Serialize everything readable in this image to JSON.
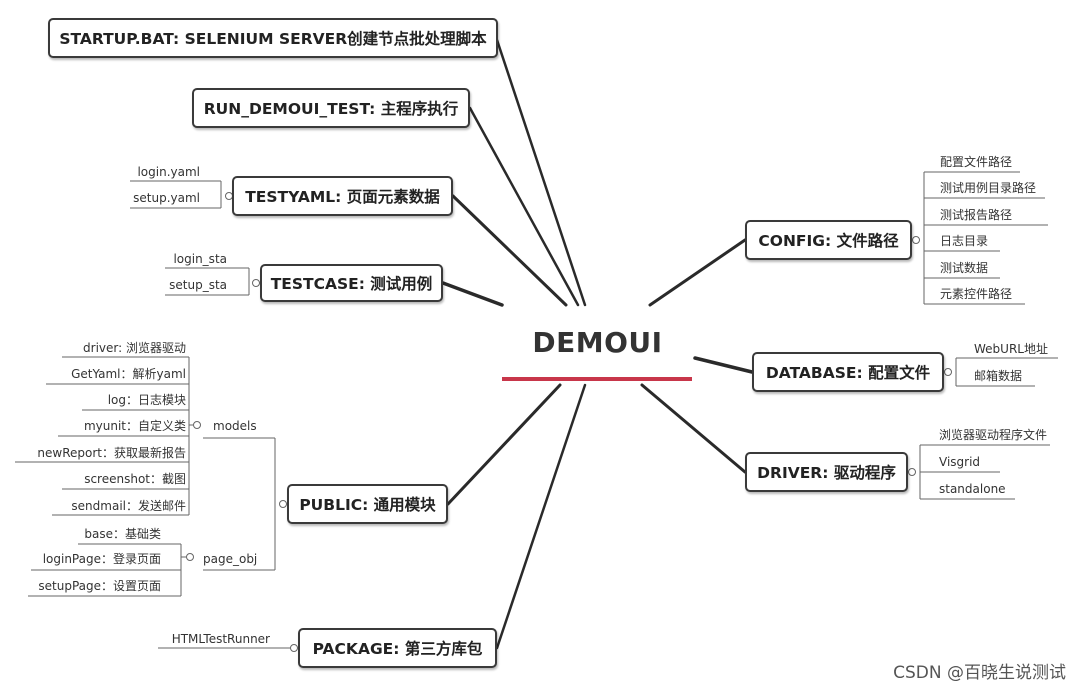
{
  "central": "DEMOUI",
  "watermark": "CSDN @百晓生说测试",
  "branches": {
    "startup": "STARTUP.BAT: SELENIUM SERVER创建节点批处理脚本",
    "run": "RUN_DEMOUI_TEST: 主程序执行",
    "testyaml": "TESTYAML: 页面元素数据",
    "testcase": "TESTCASE: 测试用例",
    "public": "PUBLIC: 通用模块",
    "package": "PACKAGE: 第三方库包",
    "config": "CONFIG: 文件路径",
    "database": "DATABASE: 配置文件",
    "driver": "DRIVER: 驱动程序"
  },
  "testyaml_items": [
    "login.yaml",
    "setup.yaml"
  ],
  "testcase_items": [
    "login_sta",
    "setup_sta"
  ],
  "public_groups": {
    "models": "models",
    "page_obj": "page_obj"
  },
  "models_items": [
    "driver: 浏览器驱动",
    "GetYaml：解析yaml",
    "log：日志模块",
    "myunit：自定义类",
    "newReport：获取最新报告",
    "screenshot：截图",
    "sendmail：发送邮件"
  ],
  "page_obj_items": [
    "base：基础类",
    "loginPage：登录页面",
    "setupPage：设置页面"
  ],
  "package_items": [
    "HTMLTestRunner"
  ],
  "config_items": [
    "配置文件路径",
    "测试用例目录路径",
    "测试报告路径",
    "日志目录",
    "测试数据",
    "元素控件路径"
  ],
  "database_items": [
    "WebURL地址",
    "邮箱数据"
  ],
  "driver_items": [
    "浏览器驱动程序文件",
    "Visgrid",
    "standalone"
  ]
}
